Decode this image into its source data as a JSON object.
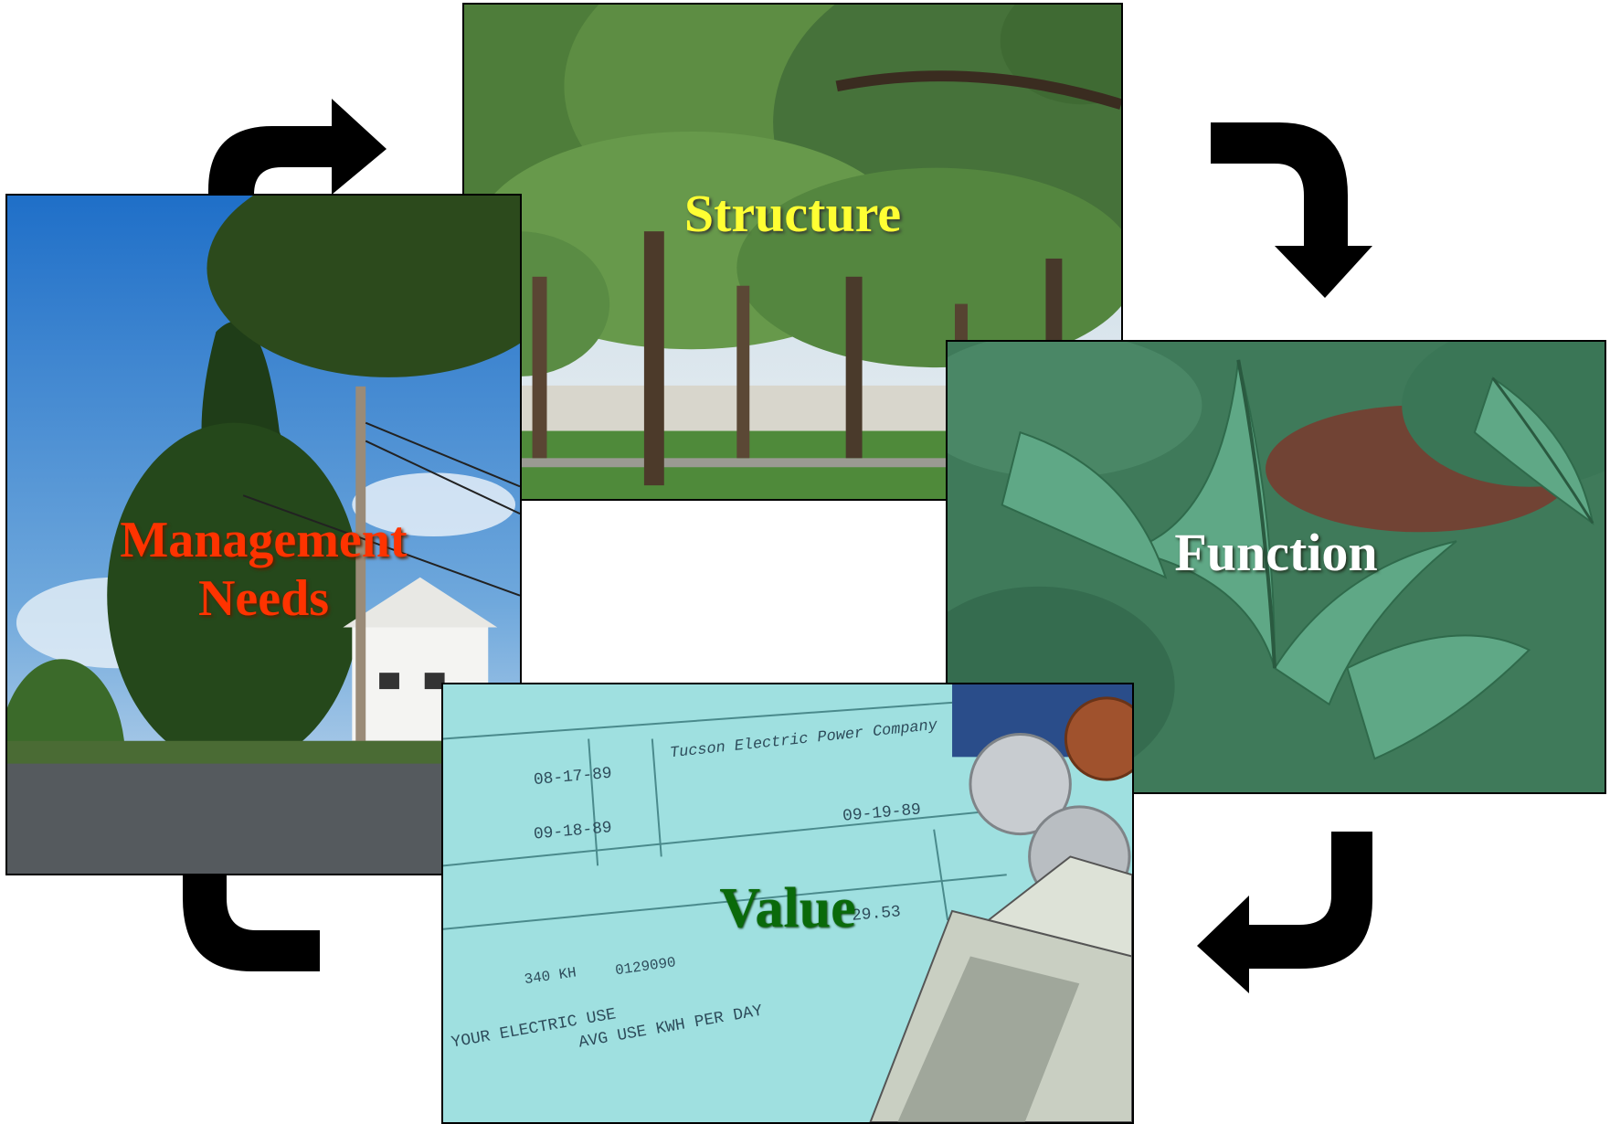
{
  "labels": {
    "structure": "Structure",
    "management_line1": "Management",
    "management_line2": "Needs",
    "function": "Function",
    "value": "Value"
  },
  "label_colors": {
    "structure": "#ffff33",
    "management": "#ff3300",
    "function": "#ffffff",
    "value": "#0a6a0a"
  },
  "photos": {
    "structure": "trees-in-park-photo",
    "management": "street-trees-powerline-photo",
    "function": "fern-leaf-closeup-photo",
    "value": "electric-bill-and-money-photo"
  },
  "bill_text": {
    "company": "Tucson Electric Power Company",
    "amount": "29.53",
    "usage": "340 KH",
    "line1": "YOUR ELECTRIC USE",
    "line2": "AVG USE  KWH PER DAY",
    "date1": "08-17-89",
    "date2": "09-18-89",
    "date3": "09-19-89",
    "account": "0129090"
  },
  "arrows": [
    "cycle-arrow-top-left",
    "cycle-arrow-top-right",
    "cycle-arrow-bottom-right",
    "cycle-arrow-bottom-left"
  ]
}
